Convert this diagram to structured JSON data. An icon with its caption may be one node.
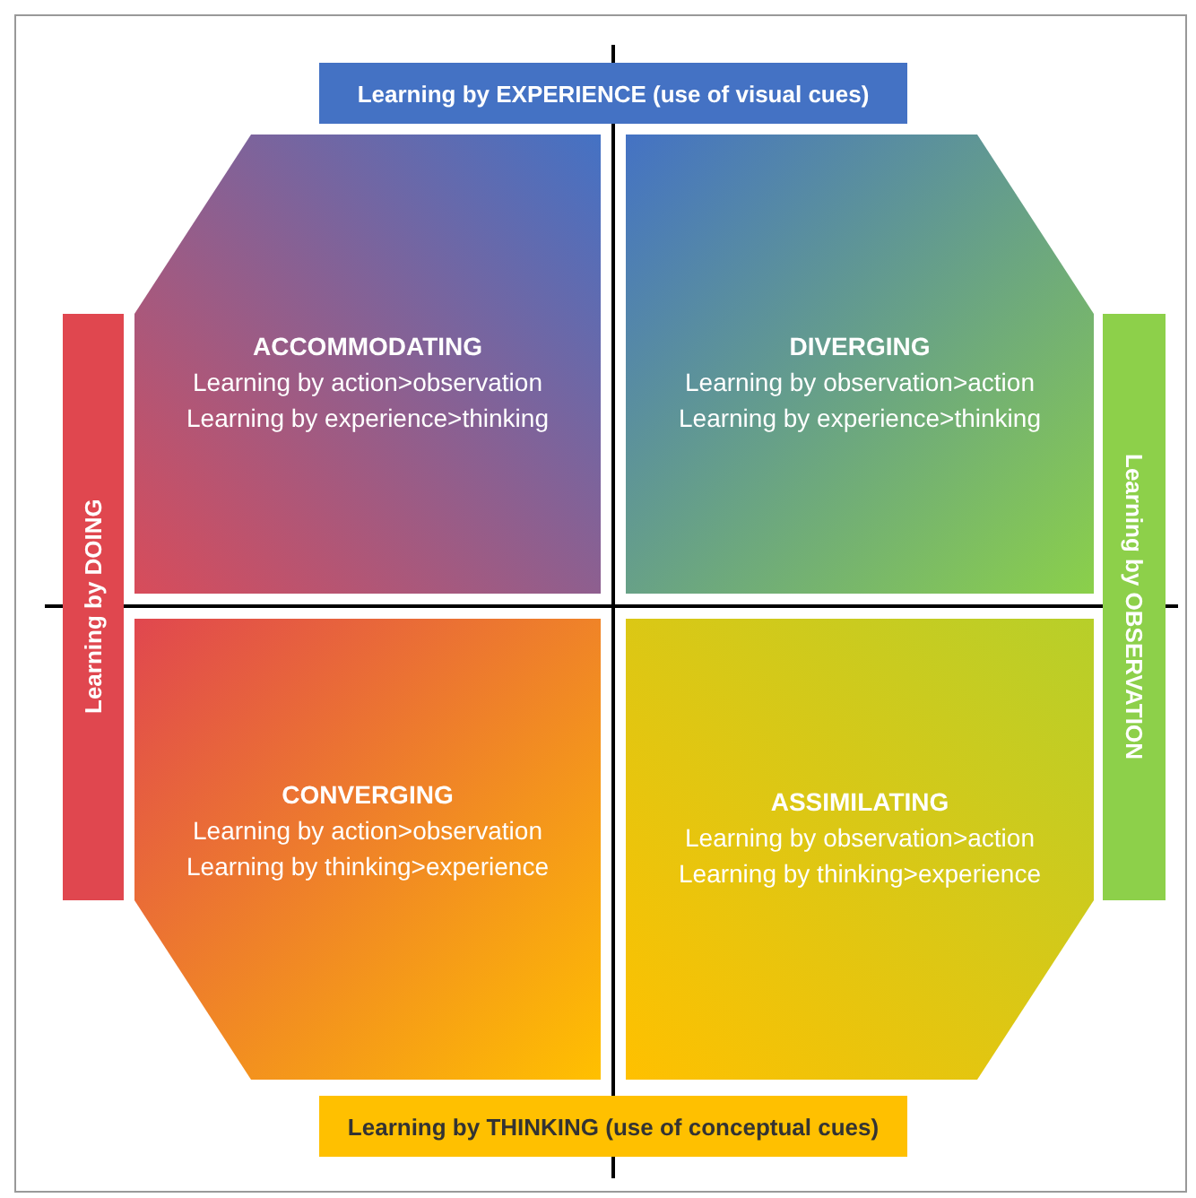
{
  "diagram": {
    "nodes": [
      {
        "text": [
          "Learning by EXPERIENCE (use of visual cues)"
        ]
      },
      {
        "text": [
          "Learning by DOING"
        ]
      },
      {
        "text": [
          "ACCOMMODATING",
          "Learning by action>observation",
          "Learning by experience>thinking"
        ]
      },
      {
        "text": [
          "DIVERGING",
          "Learning by observation>action",
          "Learning by experience>thinking"
        ]
      },
      {
        "text": [
          "Learning by OBSERVATION"
        ]
      },
      {
        "text": [
          "CONVERGING",
          "Learning by action>observation",
          "Learning by thinking>experience"
        ]
      },
      {
        "text": [
          "ASSIMILATING",
          "Learning by observation>action",
          "Learning by thinking>experience"
        ]
      },
      {
        "text": [
          "Learning by THINKING (use of conceptual cues)"
        ]
      }
    ],
    "edges": []
  }
}
